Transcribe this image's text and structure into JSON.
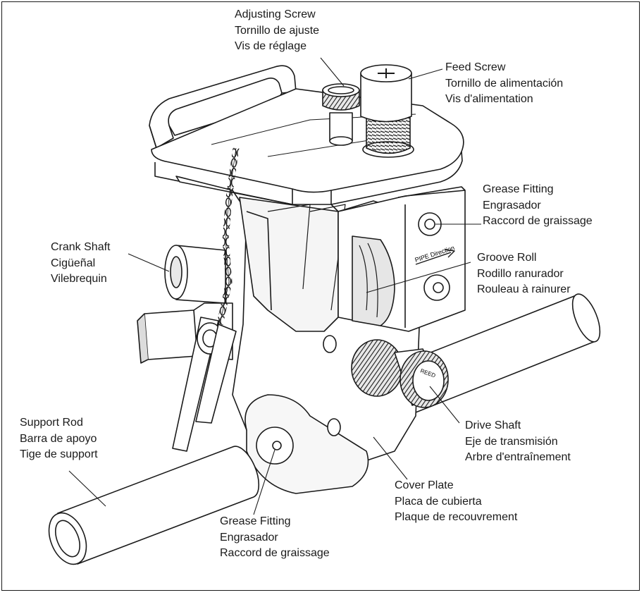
{
  "labels": {
    "adjusting_screw": {
      "en": "Adjusting Screw",
      "es": "Tornillo de ajuste",
      "fr": "Vis de réglage"
    },
    "feed_screw": {
      "en": "Feed Screw",
      "es": "Tornillo de alimentación",
      "fr": "Vis d'alimentation"
    },
    "grease_fitting_top": {
      "en": "Grease Fitting",
      "es": "Engrasador",
      "fr": "Raccord de graissage"
    },
    "groove_roll": {
      "en": "Groove Roll",
      "es": "Rodillo ranurador",
      "fr": "Rouleau à rainurer"
    },
    "crank_shaft": {
      "en": "Crank Shaft",
      "es": "Cigüeñal",
      "fr": "Vilebrequin"
    },
    "support_rod": {
      "en": "Support Rod",
      "es": "Barra de apoyo",
      "fr": "Tige de support"
    },
    "drive_shaft": {
      "en": "Drive Shaft",
      "es": "Eje de transmisión",
      "fr": "Arbre d'entraînement"
    },
    "cover_plate": {
      "en": "Cover Plate",
      "es": "Placa de cubierta",
      "fr": "Plaque de recouvrement"
    },
    "grease_fitting_bottom": {
      "en": "Grease Fitting",
      "es": "Engrasador",
      "fr": "Raccord de graissage"
    }
  },
  "markings": {
    "pipe_direction": "PIPE Direction",
    "knob_brand": "REED"
  },
  "colors": {
    "line": "#1a1a1a",
    "background": "#ffffff",
    "shade": "#cfcfcf",
    "dark_shade": "#8a8a8a"
  }
}
